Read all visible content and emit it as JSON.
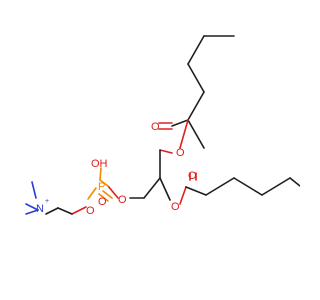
{
  "molecule": {
    "atom_labels": {
      "o_ester1": "O",
      "o_carbonyl1": "O",
      "o_ester2": "O",
      "o_carbonyl2": "O",
      "o_glyc_p": "O",
      "o_p_double": "O",
      "o_p_chol": "O",
      "oh": "OH",
      "p": "P",
      "n": "N",
      "n_charge": "+"
    },
    "colors": {
      "carbon": "#1e1e1e",
      "oxygen": "#e11d1d",
      "phosphorus": "#f08c00",
      "nitrogen": "#2b3bd6"
    }
  }
}
